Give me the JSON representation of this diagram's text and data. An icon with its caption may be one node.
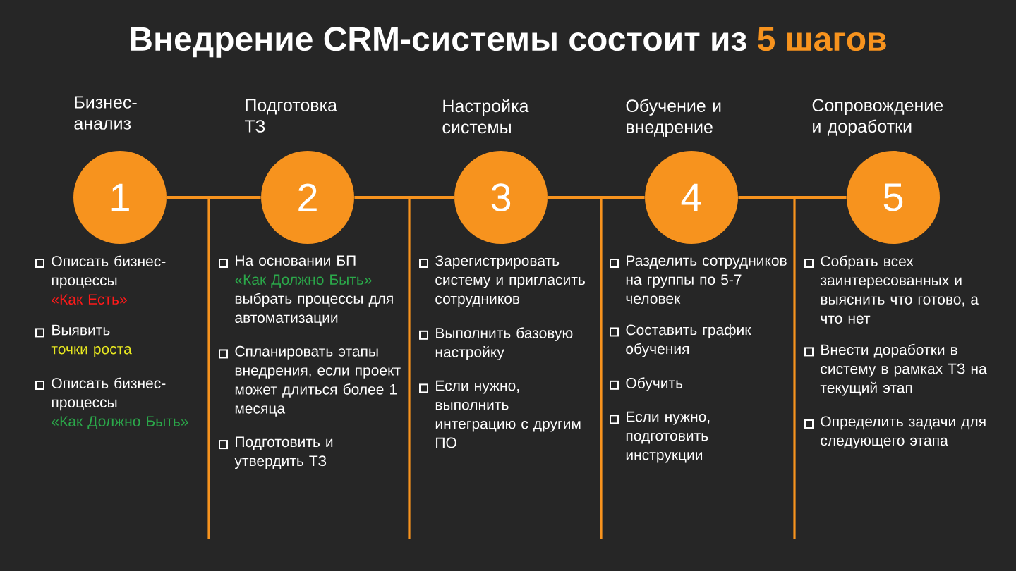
{
  "diagram": {
    "title": "Внедрение CRM-системы состоит из",
    "nodes": [
      {
        "text": [
          "1"
        ],
        "beside": [
          "Бизнес-анализ"
        ]
      },
      {
        "text": [
          "2"
        ],
        "beside": [
          "Подготовка ТЗ"
        ]
      },
      {
        "text": [
          "3"
        ],
        "beside": [
          "Настройка системы"
        ]
      },
      {
        "text": [
          "4"
        ],
        "beside": [
          "Обучение и внедрение"
        ]
      },
      {
        "text": [
          "5"
        ],
        "beside": [
          "Сопровождение и доработки"
        ]
      }
    ],
    "edges": [
      {
        "from": 0,
        "to": 1,
        "arrow": "none"
      },
      {
        "from": 1,
        "to": 2,
        "arrow": "none"
      },
      {
        "from": 2,
        "to": 3,
        "arrow": "none"
      },
      {
        "from": 3,
        "to": 4,
        "arrow": "none"
      }
    ],
    "labels": [
      "5 шагов",
      "Описать бизнес-процессы",
      "«Как Есть»",
      "Выявить",
      "точки роста",
      "Описать бизнес-процессы",
      "«Как Должно Быть»",
      "На основании БП",
      "«Как Должно Быть»",
      "выбрать процессы для автоматизации",
      "Спланировать этапы внедрения, если проект может длиться более 1 месяца",
      "Подготовить и утвердить ТЗ",
      "Зарегистрировать систему и пригласить сотрудников",
      "Выполнить базовую настройку",
      "Если нужно, выполнить интеграцию с другим ПО",
      "Разделить сотрудников на группы по 5-7 человек",
      "Составить график обучения",
      "Обучить",
      "Если нужно, подготовить инструкции",
      "Собрать всех заинтересованных и выяснить что готово, а что нет",
      "Внести доработки в систему в рамках ТЗ на текущий этап",
      "Определить задачи для следующего этапа"
    ]
  }
}
